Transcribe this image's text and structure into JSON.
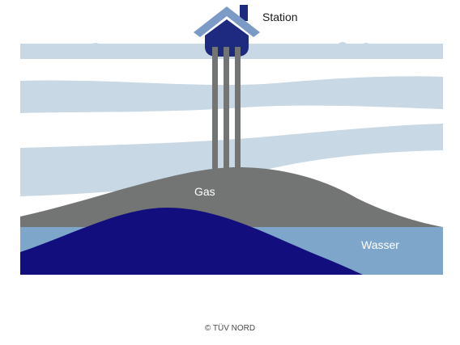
{
  "labels": {
    "station": "Station",
    "gas": "Gas",
    "wasser": "Wasser"
  },
  "credit": "© TÜV NORD",
  "colors": {
    "rock_layer": "#c8d8e4",
    "gas_layer": "#737574",
    "water_layer": "#7ea6cb",
    "deep_water": "#130e7e",
    "station": "#1e2a80",
    "roof": "#7b9bc6",
    "pipes": "#737574"
  }
}
